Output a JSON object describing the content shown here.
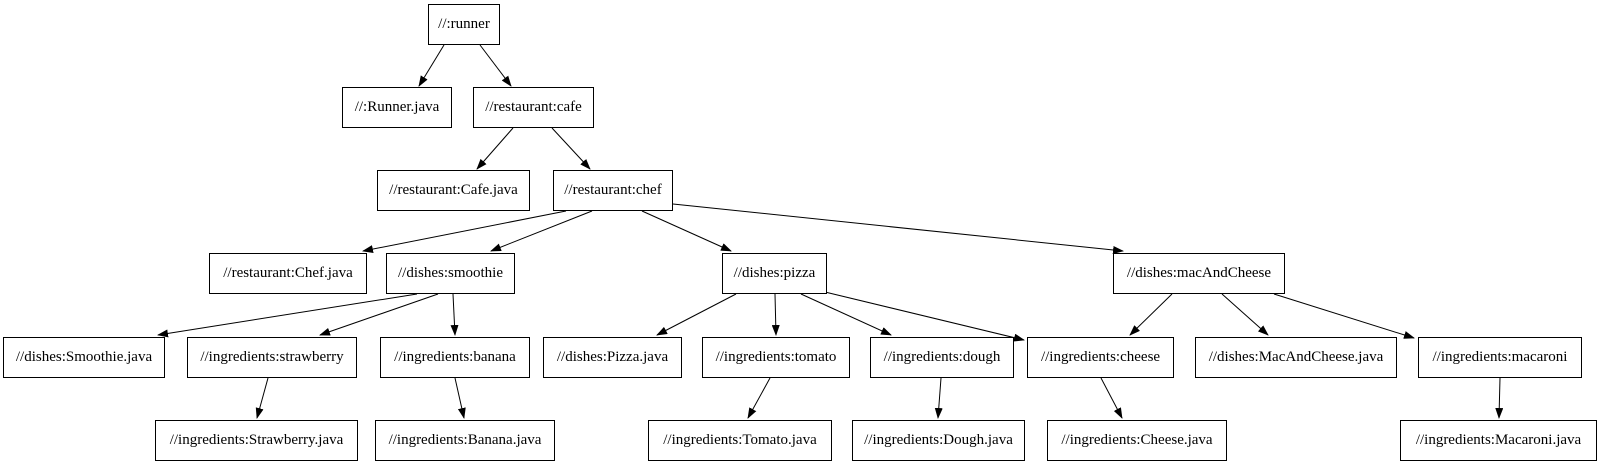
{
  "diagram": {
    "kind": "build-dependency-graph",
    "background_color": "#ffffff",
    "node_fill_color": "#ffffff",
    "node_border_color": "#000000",
    "text_color": "#000000",
    "edge_color": "#000000"
  },
  "nodes": [
    {
      "id": "runner",
      "label": "//:runner"
    },
    {
      "id": "runner-java",
      "label": "//:Runner.java"
    },
    {
      "id": "cafe",
      "label": "//restaurant:cafe"
    },
    {
      "id": "cafe-java",
      "label": "//restaurant:Cafe.java"
    },
    {
      "id": "chef",
      "label": "//restaurant:chef"
    },
    {
      "id": "chef-java",
      "label": "//restaurant:Chef.java"
    },
    {
      "id": "smoothie",
      "label": "//dishes:smoothie"
    },
    {
      "id": "pizza",
      "label": "//dishes:pizza"
    },
    {
      "id": "mac-and-cheese",
      "label": "//dishes:macAndCheese"
    },
    {
      "id": "smoothie-java",
      "label": "//dishes:Smoothie.java"
    },
    {
      "id": "strawberry",
      "label": "//ingredients:strawberry"
    },
    {
      "id": "banana",
      "label": "//ingredients:banana"
    },
    {
      "id": "pizza-java",
      "label": "//dishes:Pizza.java"
    },
    {
      "id": "tomato",
      "label": "//ingredients:tomato"
    },
    {
      "id": "dough",
      "label": "//ingredients:dough"
    },
    {
      "id": "cheese",
      "label": "//ingredients:cheese"
    },
    {
      "id": "mac-and-cheese-java",
      "label": "//dishes:MacAndCheese.java"
    },
    {
      "id": "macaroni",
      "label": "//ingredients:macaroni"
    },
    {
      "id": "strawberry-java",
      "label": "//ingredients:Strawberry.java"
    },
    {
      "id": "banana-java",
      "label": "//ingredients:Banana.java"
    },
    {
      "id": "tomato-java",
      "label": "//ingredients:Tomato.java"
    },
    {
      "id": "dough-java",
      "label": "//ingredients:Dough.java"
    },
    {
      "id": "cheese-java",
      "label": "//ingredients:Cheese.java"
    },
    {
      "id": "macaroni-java",
      "label": "//ingredients:Macaroni.java"
    }
  ],
  "edges": [
    {
      "from": "//:runner",
      "to": "//:Runner.java"
    },
    {
      "from": "//:runner",
      "to": "//restaurant:cafe"
    },
    {
      "from": "//restaurant:cafe",
      "to": "//restaurant:Cafe.java"
    },
    {
      "from": "//restaurant:cafe",
      "to": "//restaurant:chef"
    },
    {
      "from": "//restaurant:chef",
      "to": "//restaurant:Chef.java"
    },
    {
      "from": "//restaurant:chef",
      "to": "//dishes:smoothie"
    },
    {
      "from": "//restaurant:chef",
      "to": "//dishes:pizza"
    },
    {
      "from": "//restaurant:chef",
      "to": "//dishes:macAndCheese"
    },
    {
      "from": "//dishes:smoothie",
      "to": "//dishes:Smoothie.java"
    },
    {
      "from": "//dishes:smoothie",
      "to": "//ingredients:strawberry"
    },
    {
      "from": "//dishes:smoothie",
      "to": "//ingredients:banana"
    },
    {
      "from": "//dishes:pizza",
      "to": "//dishes:Pizza.java"
    },
    {
      "from": "//dishes:pizza",
      "to": "//ingredients:tomato"
    },
    {
      "from": "//dishes:pizza",
      "to": "//ingredients:dough"
    },
    {
      "from": "//dishes:pizza",
      "to": "//ingredients:cheese"
    },
    {
      "from": "//dishes:macAndCheese",
      "to": "//ingredients:cheese"
    },
    {
      "from": "//dishes:macAndCheese",
      "to": "//dishes:MacAndCheese.java"
    },
    {
      "from": "//dishes:macAndCheese",
      "to": "//ingredients:macaroni"
    },
    {
      "from": "//ingredients:strawberry",
      "to": "//ingredients:Strawberry.java"
    },
    {
      "from": "//ingredients:banana",
      "to": "//ingredients:Banana.java"
    },
    {
      "from": "//ingredients:tomato",
      "to": "//ingredients:Tomato.java"
    },
    {
      "from": "//ingredients:dough",
      "to": "//ingredients:Dough.java"
    },
    {
      "from": "//ingredients:cheese",
      "to": "//ingredients:Cheese.java"
    },
    {
      "from": "//ingredients:macaroni",
      "to": "//ingredients:Macaroni.java"
    }
  ]
}
